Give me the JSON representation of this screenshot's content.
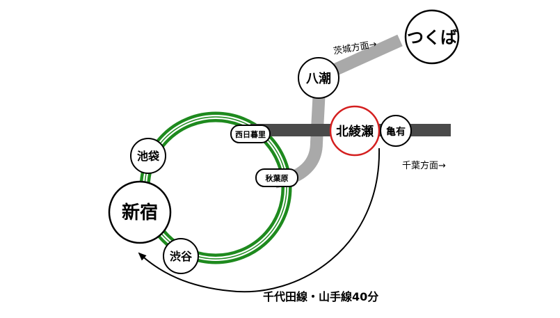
{
  "stations": {
    "tsukuba": "つくば",
    "yashio": "八潮",
    "kitaayase": "北綾瀬",
    "kameari": "亀有",
    "nishinippori": "西日暮里",
    "akihabara": "秋葉原",
    "ikebukuro": "池袋",
    "shinjuku": "新宿",
    "shibuya": "渋谷"
  },
  "directions": {
    "ibaraki": "茨城方面→",
    "chiba": "千葉方面→"
  },
  "route_note": "千代田線・山手線40分",
  "colors": {
    "loop_line": "#1e8a1e",
    "main_line": "#4a4a4a",
    "branch_line": "#a9a9a9",
    "highlight": "#d41f1f"
  }
}
